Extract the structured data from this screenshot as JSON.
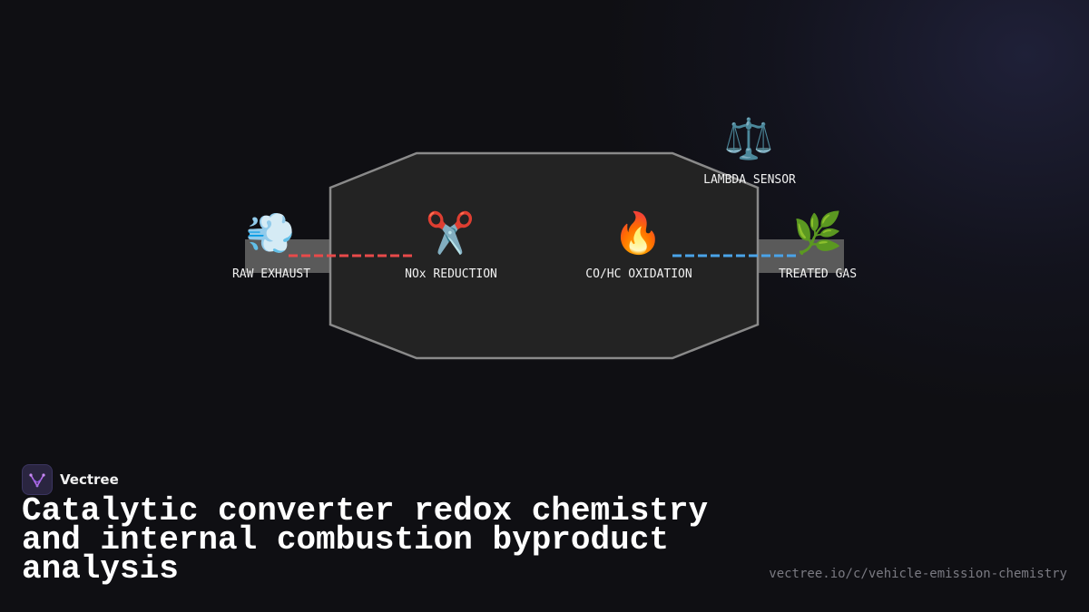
{
  "diagram": {
    "nodes": {
      "raw_exhaust": {
        "icon": "dashing-away-icon",
        "glyph": "💨",
        "label": "RAW EXHAUST"
      },
      "nox_reduction": {
        "icon": "scissors-icon",
        "glyph": "✂️",
        "label": "NOx REDUCTION"
      },
      "oxidation": {
        "icon": "fire-icon",
        "glyph": "🔥",
        "label": "CO/HC OXIDATION"
      },
      "treated_gas": {
        "icon": "herb-icon",
        "glyph": "🌿",
        "label": "TREATED GAS"
      },
      "lambda_sensor": {
        "icon": "balance-scale-icon",
        "glyph": "⚖️",
        "label": "LAMBDA SENSOR"
      }
    },
    "colors": {
      "inlet_flow": "#e84a4a",
      "outlet_flow": "#4aa3e8",
      "converter_fill": "#232323",
      "converter_stroke": "#8a8a8a",
      "pipe": "#5a5a5a"
    }
  },
  "brand": {
    "name": "Vectree",
    "icon": "vectree-logo-icon"
  },
  "title": "Catalytic converter redox chemistry and internal combustion byproduct analysis",
  "url": "vectree.io/c/vehicle-emission-chemistry"
}
